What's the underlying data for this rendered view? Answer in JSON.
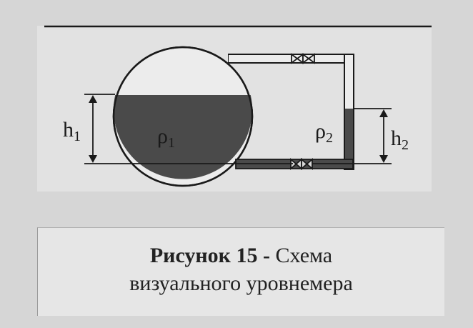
{
  "diagram": {
    "labels": {
      "h1_main": "h",
      "h1_sub": "1",
      "rho1_main": "ρ",
      "rho1_sub": "1",
      "rho2_main": "ρ",
      "rho2_sub": "2",
      "h2_main": "h",
      "h2_sub": "2"
    },
    "colors": {
      "liquid": "#4a4a4a",
      "outline": "#1a1a1a",
      "panel": "#e2e2e2",
      "background": "#d6d6d6"
    }
  },
  "caption": {
    "figure_label": "Рисунок 15 -",
    "title_part1": " Схема",
    "title_part2": "визуального уровнемера"
  }
}
